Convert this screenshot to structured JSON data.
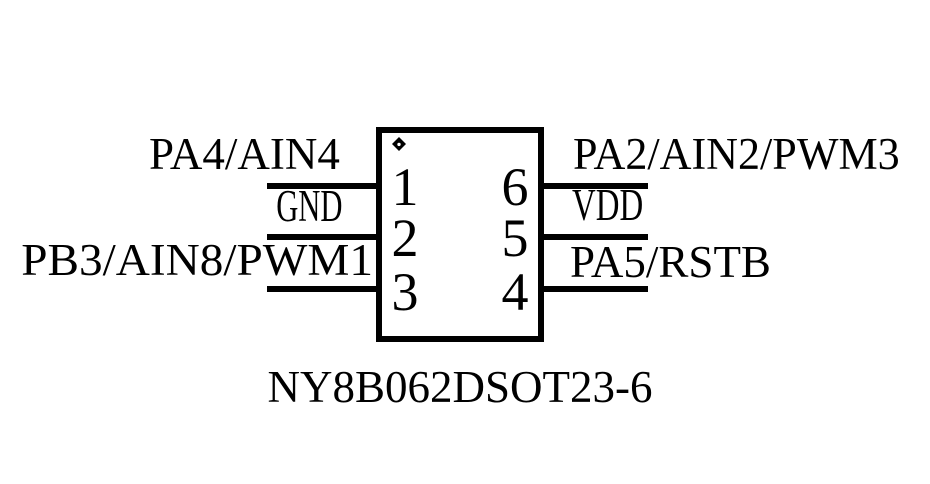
{
  "diagram": {
    "title": "NY8B062DSOT23-6",
    "colors": {
      "ink": "#000000",
      "background": "#ffffff"
    },
    "pin1_marker_icon": "diamond-icon",
    "pins": {
      "left": [
        {
          "number": "1",
          "label": "PA4/AIN4"
        },
        {
          "number": "2",
          "label": "GND"
        },
        {
          "number": "3",
          "label": "PB3/AIN8/PWM1"
        }
      ],
      "right": [
        {
          "number": "6",
          "label": "PA2/AIN2/PWM3"
        },
        {
          "number": "5",
          "label": "VDD"
        },
        {
          "number": "4",
          "label": "PA5/RSTB"
        }
      ]
    }
  }
}
